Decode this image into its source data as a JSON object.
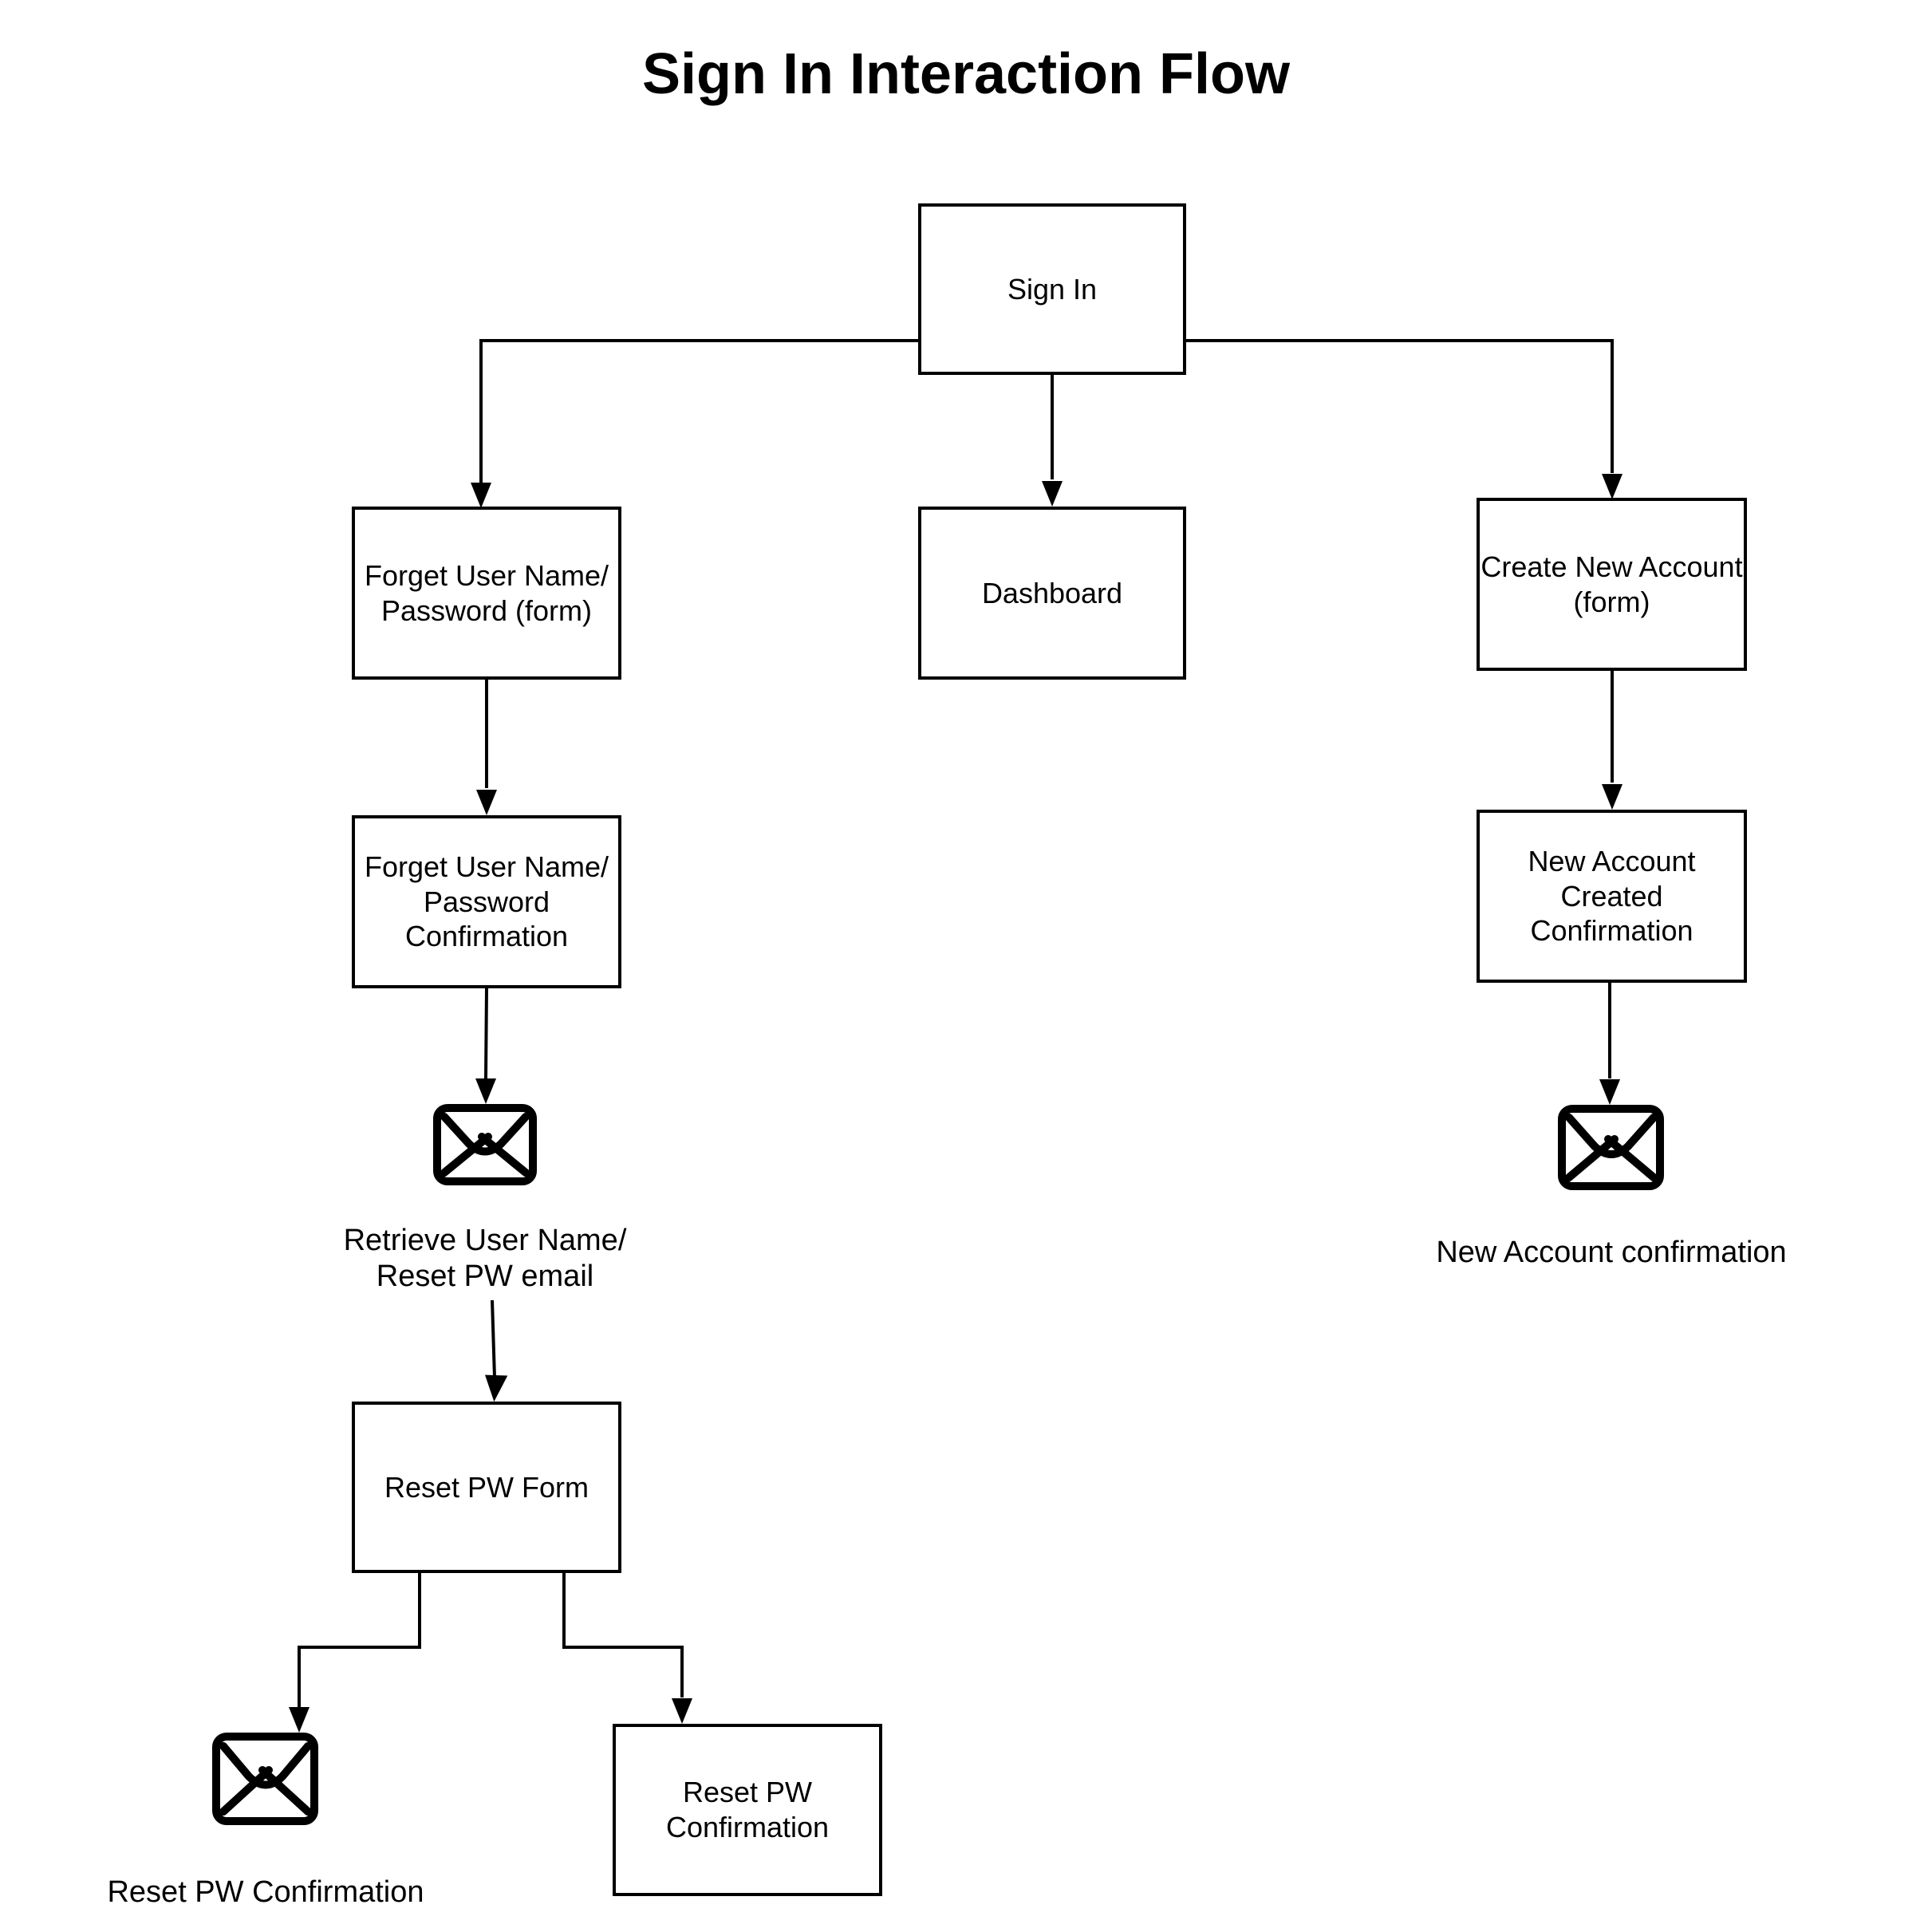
{
  "title": "Sign In Interaction Flow",
  "nodes": {
    "sign_in": "Sign In",
    "forget_form": "Forget User Name/\nPassword (form)",
    "dashboard": "Dashboard",
    "create_account": "Create New Account\n(form)",
    "forget_confirmation": "Forget User Name/\nPassword\nConfirmation",
    "account_created": "New Account\nCreated\nConfirmation",
    "reset_pw_form": "Reset PW Form",
    "reset_pw_confirmation": "Reset PW\nConfirmation"
  },
  "email_labels": {
    "retrieve_email": "Retrieve User Name/\nReset PW email",
    "new_account_email": "New Account confirmation",
    "reset_pw_email": "Reset PW Confirmation"
  },
  "icons": {
    "envelope_count": 3,
    "envelope": "envelope-icon"
  },
  "edges": [
    {
      "from": "sign_in",
      "to": "forget_form"
    },
    {
      "from": "sign_in",
      "to": "dashboard"
    },
    {
      "from": "sign_in",
      "to": "create_account"
    },
    {
      "from": "forget_form",
      "to": "forget_confirmation"
    },
    {
      "from": "forget_confirmation",
      "to": "retrieve_email"
    },
    {
      "from": "retrieve_email",
      "to": "reset_pw_form"
    },
    {
      "from": "reset_pw_form",
      "to": "reset_pw_email"
    },
    {
      "from": "reset_pw_form",
      "to": "reset_pw_confirmation"
    },
    {
      "from": "create_account",
      "to": "account_created"
    },
    {
      "from": "account_created",
      "to": "new_account_email"
    }
  ],
  "colors": {
    "line": "#000000",
    "box_fill": "#ffffff",
    "text": "#000000",
    "background": "#ffffff"
  }
}
